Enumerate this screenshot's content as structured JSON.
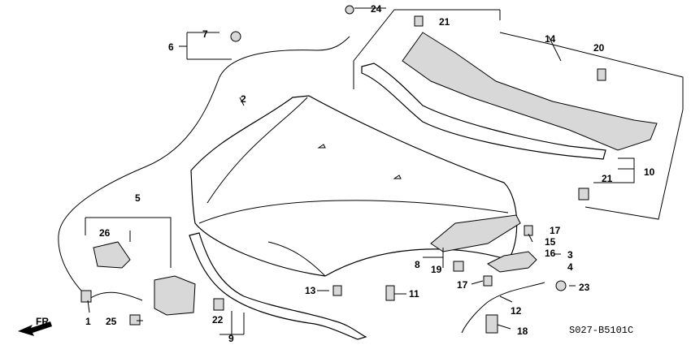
{
  "diagram": {
    "callouts": [
      "1",
      "2",
      "3",
      "4",
      "5",
      "6",
      "7",
      "8",
      "9",
      "10",
      "11",
      "12",
      "13",
      "14",
      "15",
      "16",
      "17",
      "17",
      "18",
      "19",
      "20",
      "21",
      "21",
      "22",
      "23",
      "24",
      "25",
      "26"
    ],
    "direction_label": "FR.",
    "part_code": "S027-B5101C"
  }
}
